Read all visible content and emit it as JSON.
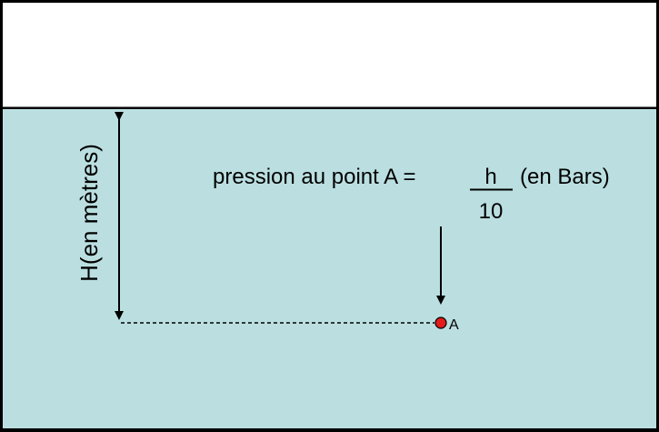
{
  "labels": {
    "depth_axis": "H(en mètres)",
    "formula_prefix": "pression au point A =",
    "numerator": "h",
    "denominator": "10",
    "unit": "(en Bars)",
    "point": "A"
  },
  "colors": {
    "frame": "#000000",
    "air": "#ffffff",
    "water": "#bbdfe1",
    "point_fill": "#e21b1b",
    "ink": "#000000"
  }
}
